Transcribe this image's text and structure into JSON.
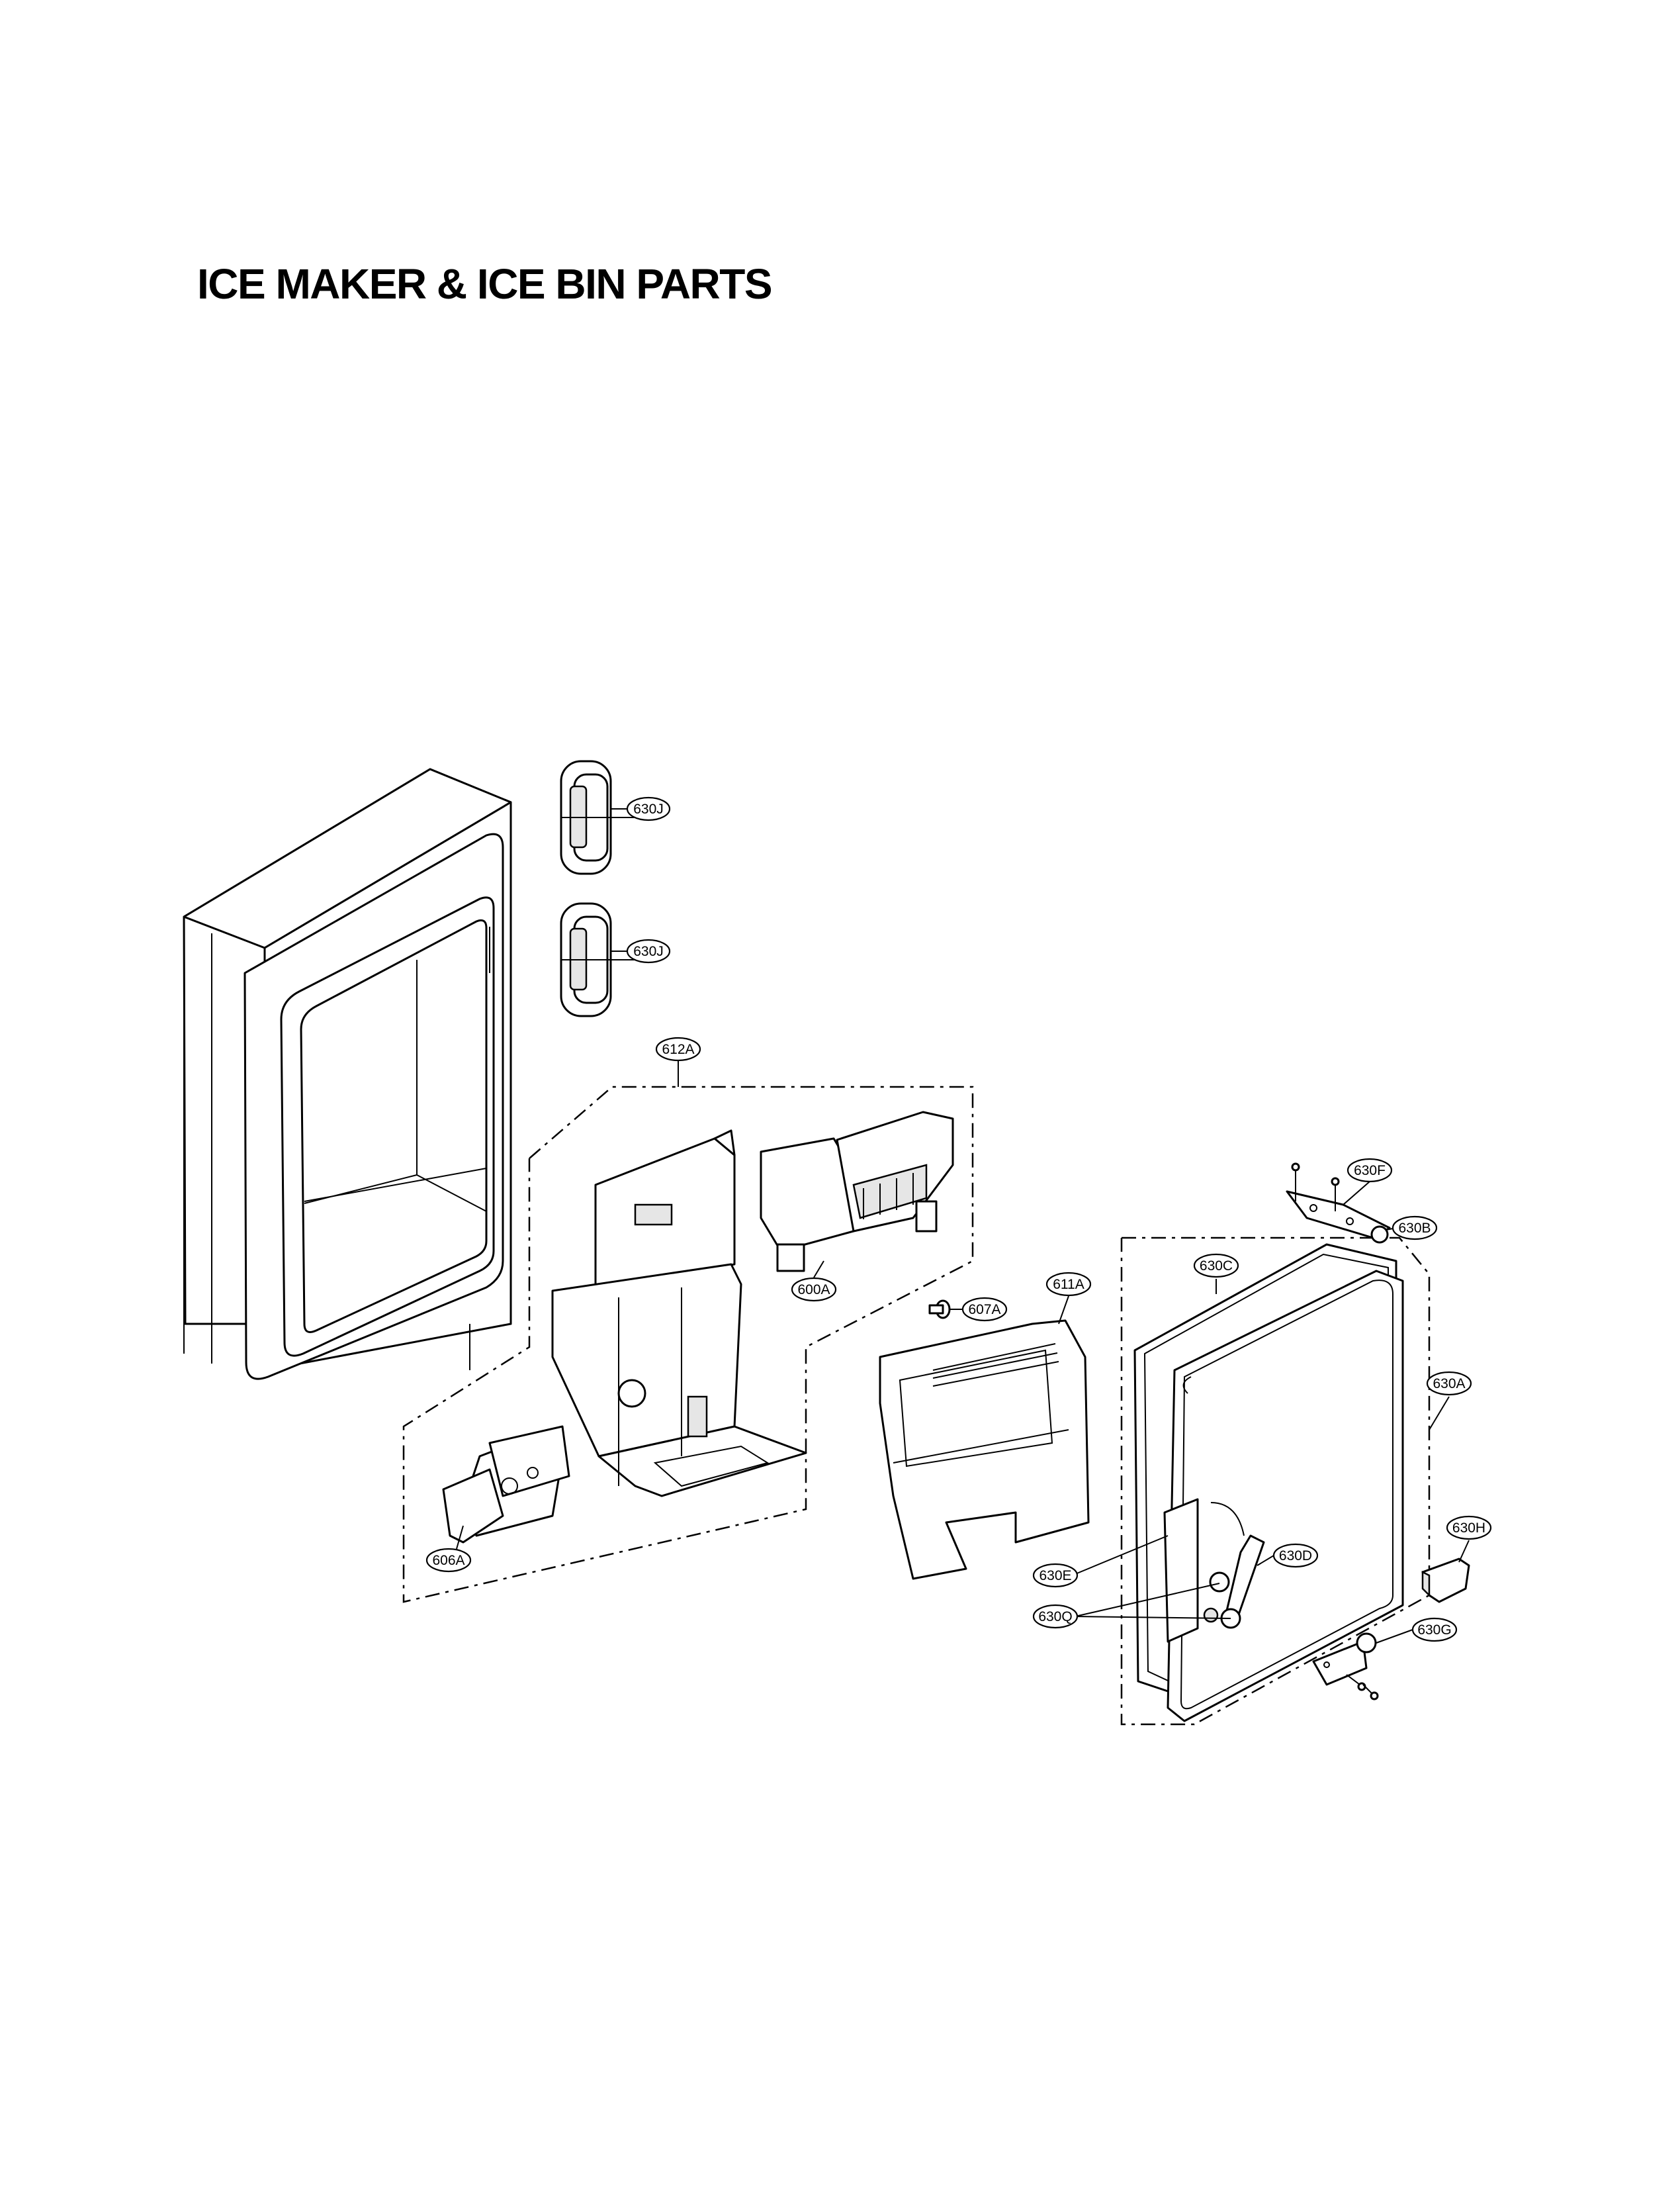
{
  "title": "ICE MAKER & ICE BIN PARTS",
  "callouts": [
    {
      "id": "630J-top",
      "label": "630J"
    },
    {
      "id": "630J-bottom",
      "label": "630J"
    },
    {
      "id": "612A",
      "label": "612A"
    },
    {
      "id": "600A",
      "label": "600A"
    },
    {
      "id": "607A",
      "label": "607A"
    },
    {
      "id": "611A",
      "label": "611A"
    },
    {
      "id": "606A",
      "label": "606A"
    },
    {
      "id": "630F",
      "label": "630F"
    },
    {
      "id": "630B",
      "label": "630B"
    },
    {
      "id": "630C",
      "label": "630C"
    },
    {
      "id": "630A",
      "label": "630A"
    },
    {
      "id": "630H",
      "label": "630H"
    },
    {
      "id": "630D",
      "label": "630D"
    },
    {
      "id": "630E",
      "label": "630E"
    },
    {
      "id": "630Q",
      "label": "630Q"
    },
    {
      "id": "630G",
      "label": "630G"
    }
  ]
}
